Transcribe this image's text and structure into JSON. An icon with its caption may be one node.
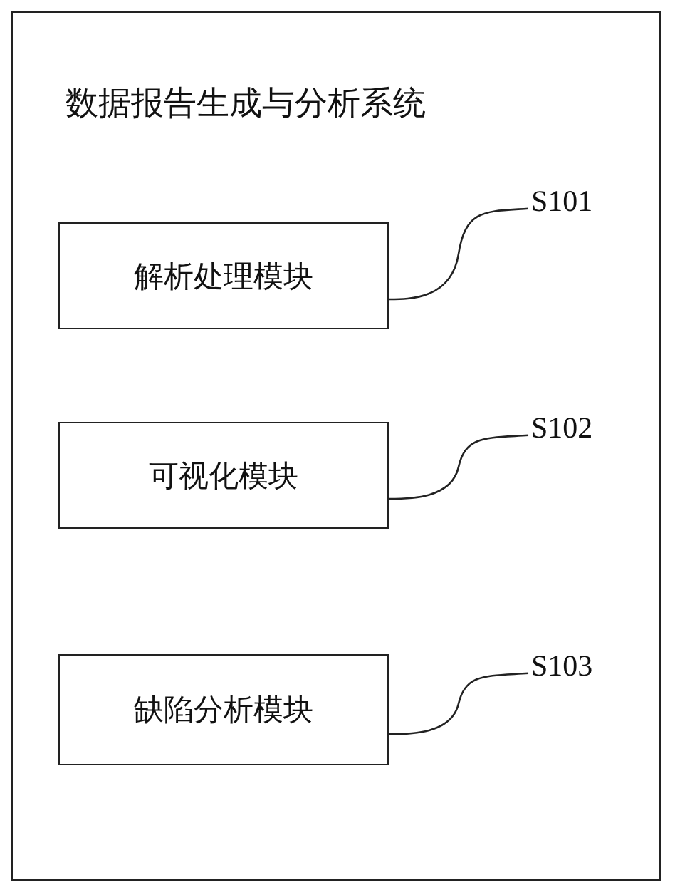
{
  "diagram": {
    "nodes": [
      {
        "text": [
          "数据报告生成与分析系统"
        ]
      },
      {
        "text": [
          "解析处理模块"
        ],
        "in": 0
      },
      {
        "text": [
          "S101"
        ],
        "in": 0
      },
      {
        "text": [
          "可视化模块"
        ],
        "in": 0
      },
      {
        "text": [
          "S102"
        ],
        "in": 0
      },
      {
        "text": [
          "缺陷分析模块"
        ],
        "in": 0
      },
      {
        "text": [
          "S103"
        ],
        "in": 0
      }
    ],
    "edges": [
      {
        "from": 2,
        "to": 1,
        "arrow": "none"
      },
      {
        "from": 4,
        "to": 3,
        "arrow": "none"
      },
      {
        "from": 6,
        "to": 5,
        "arrow": "none"
      }
    ]
  }
}
